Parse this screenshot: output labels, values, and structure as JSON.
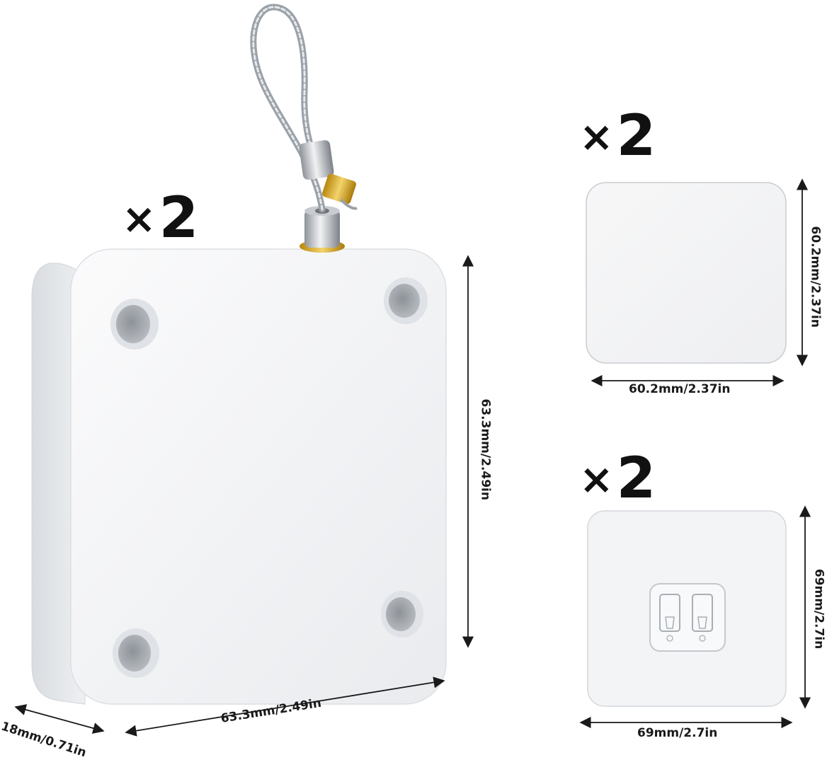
{
  "quantities": {
    "main_unit": "2",
    "adhesive_pad": "2",
    "hook_base": "2",
    "multiplier_symbol": "×"
  },
  "dimensions": {
    "main_width": "63.3mm/2.49in",
    "main_height": "63.3mm/2.49in",
    "main_depth": "18mm/0.71in",
    "pad_width": "60.2mm/2.37in",
    "pad_height": "60.2mm/2.37in",
    "hook_width": "69mm/2.7in",
    "hook_height": "69mm/2.7in"
  },
  "colors": {
    "background": "#ffffff",
    "device_body": "#f2f3f5",
    "text": "#111111",
    "cable": "#9aa1a8",
    "brass": "#d4a528"
  }
}
